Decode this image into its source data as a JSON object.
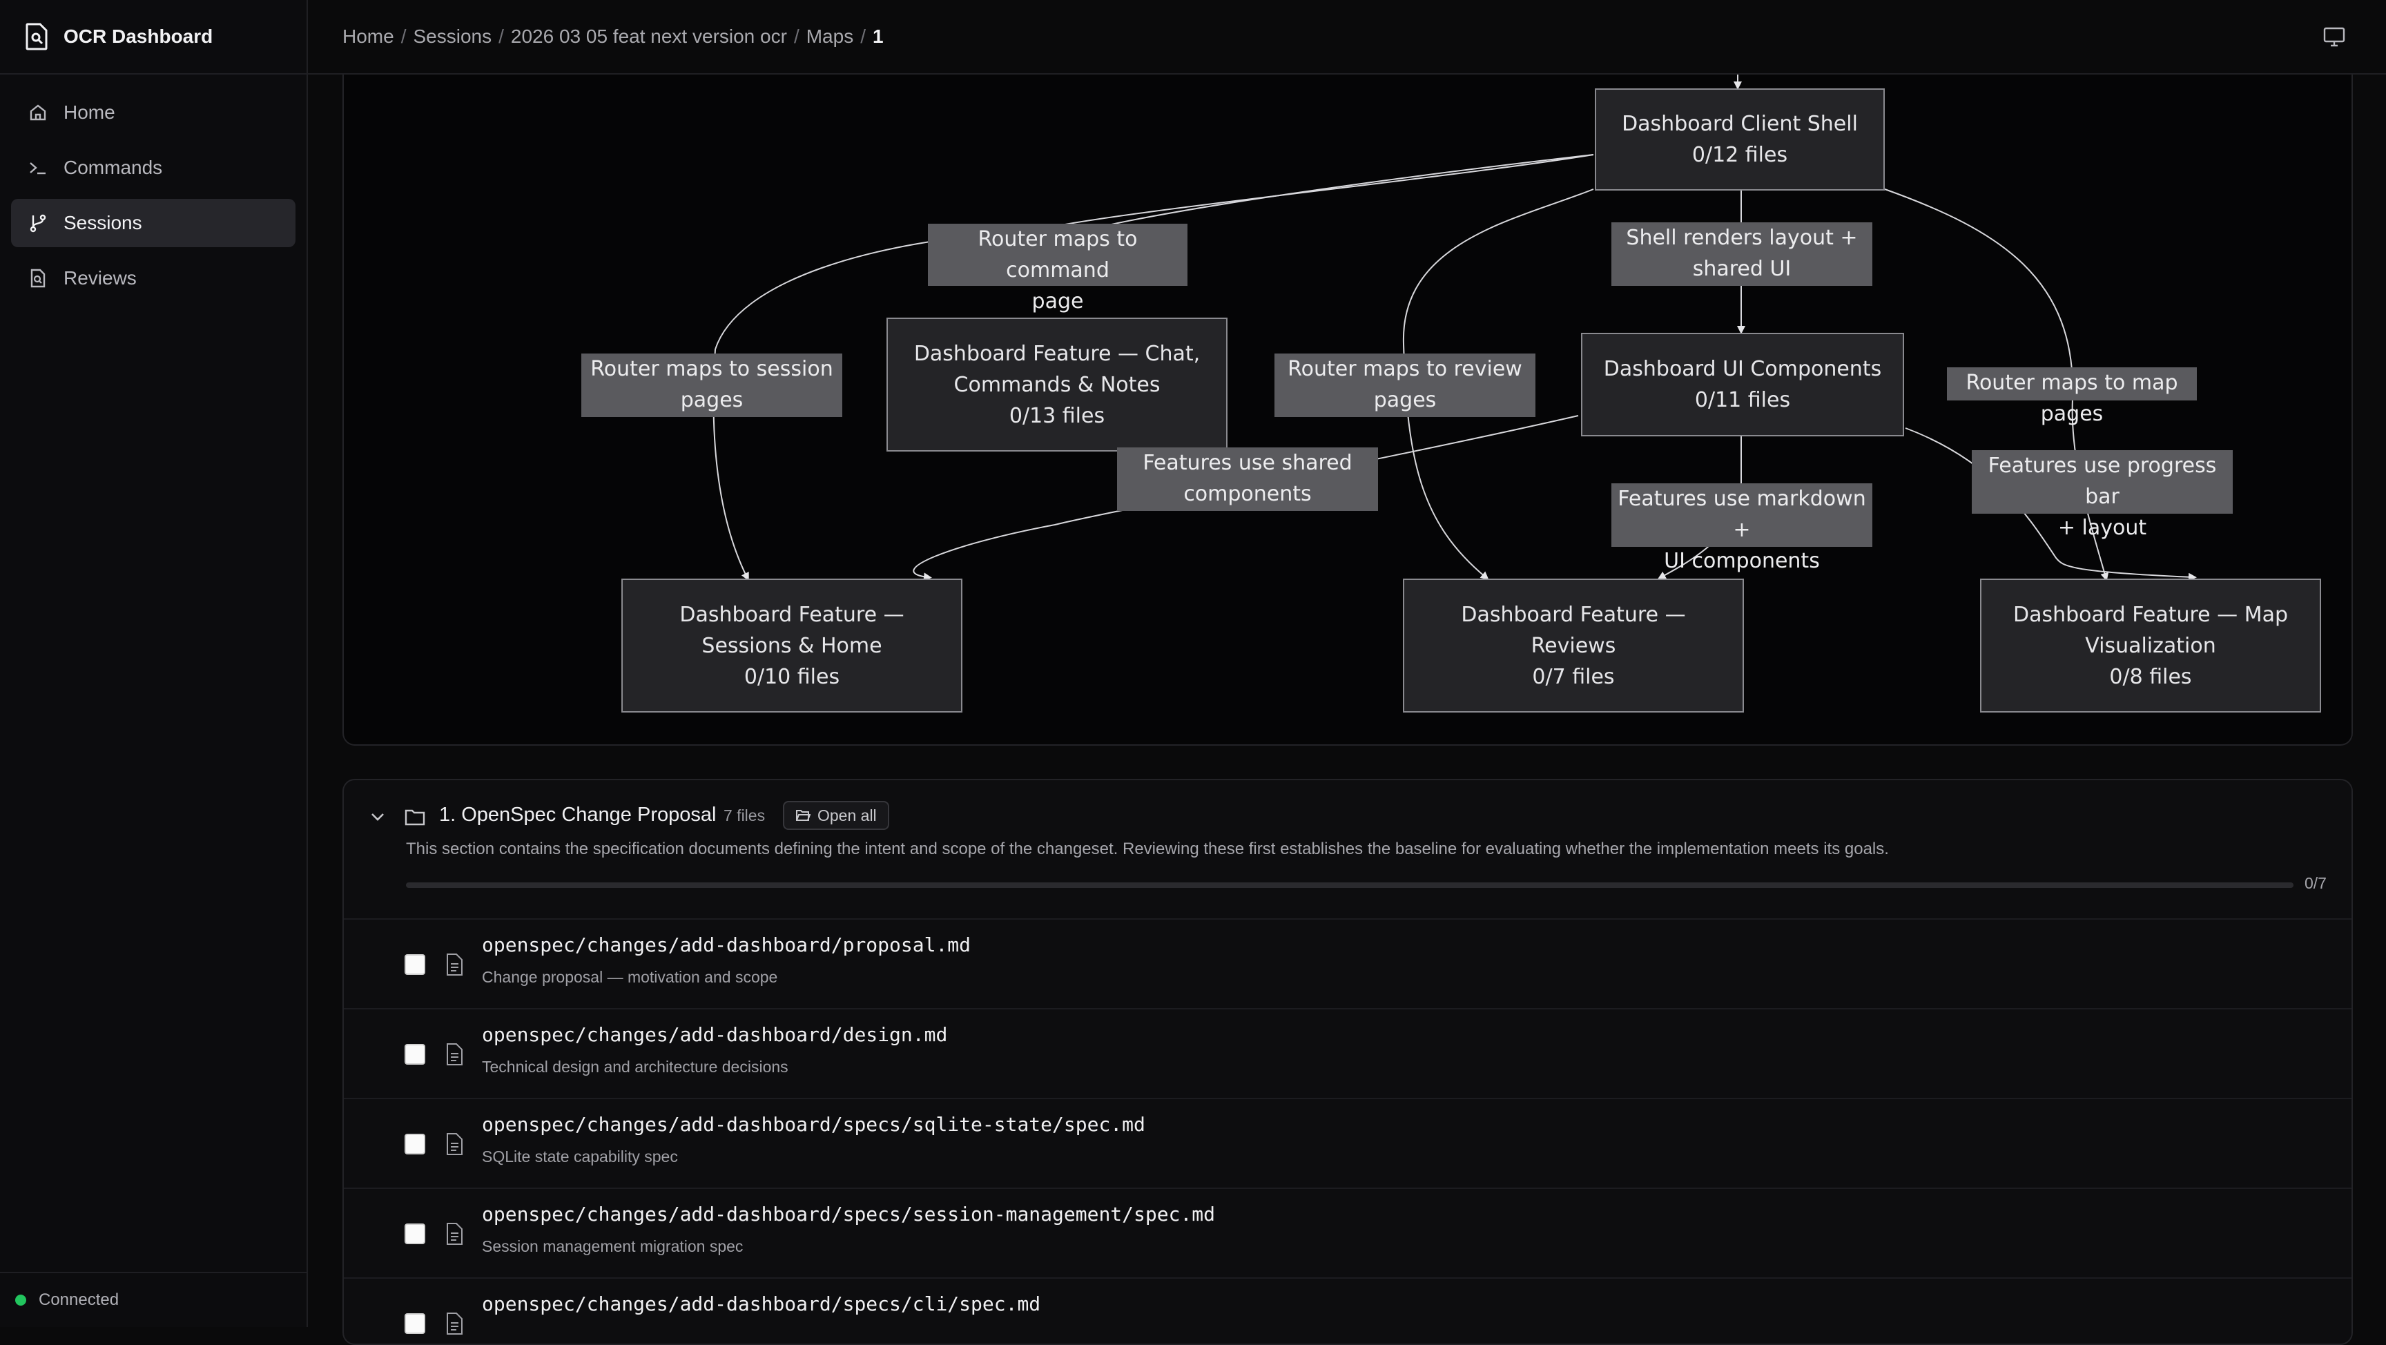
{
  "app": {
    "title": "OCR Dashboard"
  },
  "sidebar": {
    "items": [
      {
        "label": "Home",
        "icon": "home-icon"
      },
      {
        "label": "Commands",
        "icon": "terminal-icon"
      },
      {
        "label": "Sessions",
        "icon": "git-branch-icon",
        "active": true
      },
      {
        "label": "Reviews",
        "icon": "file-search-icon"
      }
    ],
    "status": {
      "label": "Connected",
      "color": "#22c55e"
    }
  },
  "breadcrumb": {
    "items": [
      "Home",
      "Sessions",
      "2026 03 05 feat next version ocr",
      "Maps"
    ],
    "current": "1",
    "separator": "/"
  },
  "map": {
    "nodes": {
      "client_shell": {
        "name": "Dashboard Client Shell",
        "files": "0/12 files"
      },
      "feature_chat_line1": "Dashboard Feature — Chat,",
      "feature_chat_line2": "Commands & Notes",
      "feature_chat_files": "0/13 files",
      "ui_components": {
        "name": "Dashboard UI Components",
        "files": "0/11 files"
      },
      "sessions_line1": "Dashboard Feature —",
      "sessions_line2": "Sessions & Home",
      "sessions_files": "0/10 files",
      "reviews_line1": "Dashboard Feature —",
      "reviews_line2": "Reviews",
      "reviews_files": "0/7 files",
      "mapviz_line1": "Dashboard Feature — Map",
      "mapviz_line2": "Visualization",
      "mapviz_files": "0/8 files"
    },
    "edges": {
      "router_command_l1": "Router maps to command",
      "router_command_l2": "page",
      "shell_renders_l1": "Shell renders layout +",
      "shell_renders_l2": "shared UI",
      "router_session_l1": "Router maps to session",
      "router_session_l2": "pages",
      "router_review_l1": "Router maps to review",
      "router_review_l2": "pages",
      "router_map": "Router maps to map pages",
      "shared_components_l1": "Features use shared",
      "shared_components_l2": "components",
      "markdown_l1": "Features use markdown +",
      "markdown_l2": "UI components",
      "progress_l1": "Features use progress bar",
      "progress_l2": "+ layout"
    }
  },
  "section": {
    "title": "1. OpenSpec Change Proposal",
    "count": "7 files",
    "open_all": "Open all",
    "description": "This section contains the specification documents defining the intent and scope of the changeset. Reviewing these first establishes the baseline for evaluating whether the implementation meets its goals.",
    "progress": {
      "done": 0,
      "total": 7,
      "label": "0/7"
    },
    "files": [
      {
        "path": "openspec/changes/add-dashboard/proposal.md",
        "desc": "Change proposal — motivation and scope"
      },
      {
        "path": "openspec/changes/add-dashboard/design.md",
        "desc": "Technical design and architecture decisions"
      },
      {
        "path": "openspec/changes/add-dashboard/specs/sqlite-state/spec.md",
        "desc": "SQLite state capability spec"
      },
      {
        "path": "openspec/changes/add-dashboard/specs/session-management/spec.md",
        "desc": "Session management migration spec"
      },
      {
        "path": "openspec/changes/add-dashboard/specs/cli/spec.md",
        "desc": ""
      }
    ]
  }
}
